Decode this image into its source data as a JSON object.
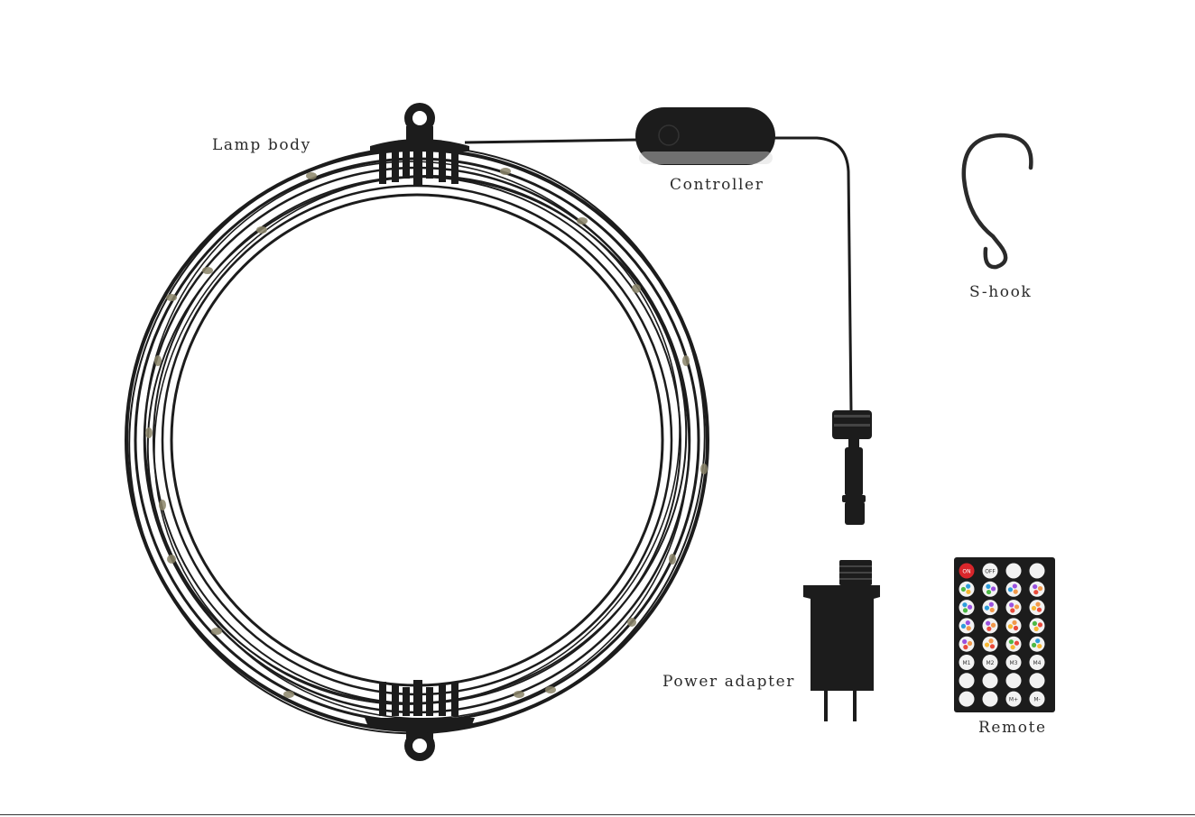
{
  "labels": {
    "lamp_body": "Lamp body",
    "controller": "Controller",
    "s_hook": "S-hook",
    "power_adapter": "Power adapter",
    "remote": "Remote"
  },
  "remote": {
    "rows": [
      [
        "ON",
        "OFF",
        "",
        ""
      ],
      [
        "",
        "",
        "",
        ""
      ],
      [
        "",
        "",
        "",
        ""
      ],
      [
        "",
        "",
        "",
        ""
      ],
      [
        "",
        "",
        "",
        ""
      ],
      [
        "M1",
        "M2",
        "M3",
        "M4"
      ],
      [
        "",
        "",
        "",
        ""
      ],
      [
        "",
        "",
        "M+",
        "M-"
      ]
    ]
  },
  "colors": {
    "product_black": "#1c1c1c",
    "led_dot": "#8a8468",
    "remote_on_button": "#d9262b",
    "label_text": "#2a2a2a"
  }
}
